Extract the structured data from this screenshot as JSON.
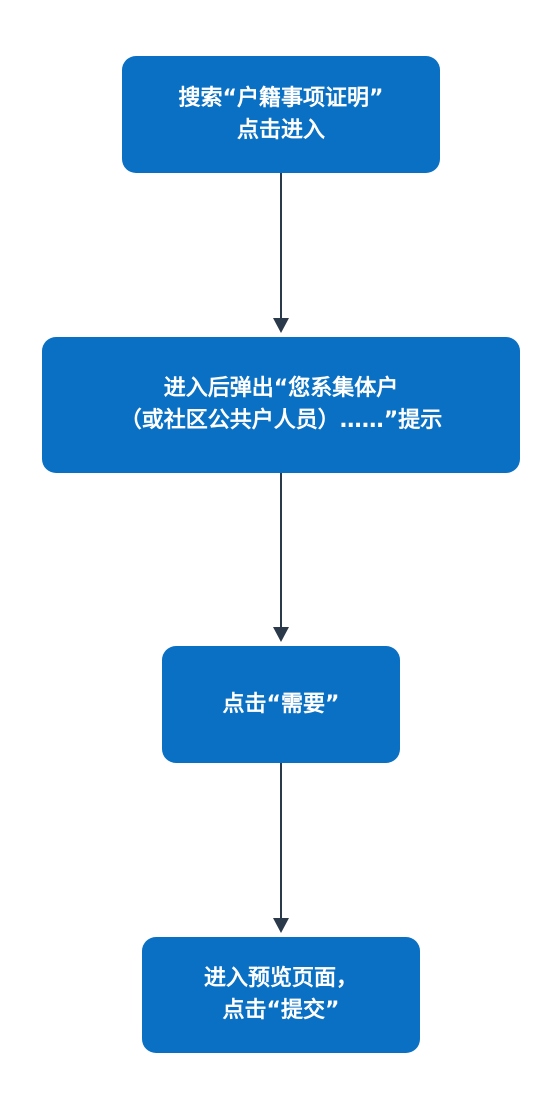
{
  "flowchart": {
    "steps": [
      {
        "line1": "搜索“户籍事项证明”",
        "line2": "点击进入"
      },
      {
        "line1": "进入后弹出“您系集体户",
        "line2": "（或社区公共户人员）……”提示"
      },
      {
        "line1": "点击“需要”"
      },
      {
        "line1": "进入预览页面，",
        "line2": "点击“提交”"
      }
    ]
  },
  "colors": {
    "box_fill": "#0a70c4",
    "box_text": "#ffffff",
    "arrow": "#2b3a4a",
    "background": "#ffffff"
  }
}
